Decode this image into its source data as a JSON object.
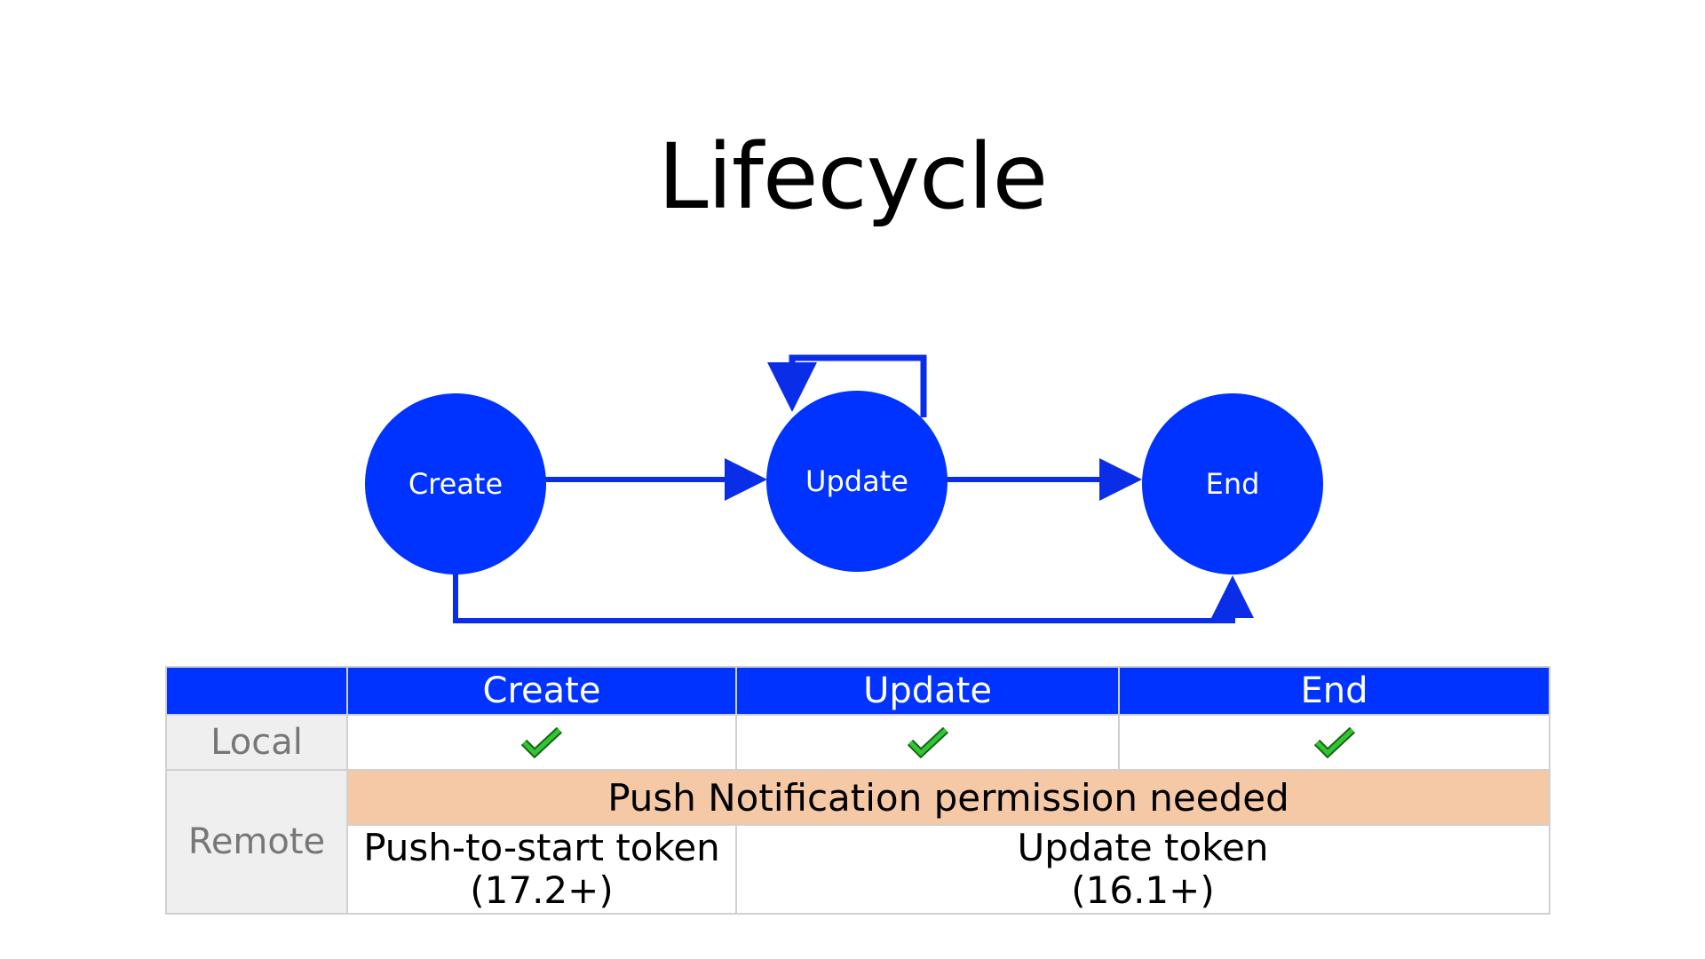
{
  "title": "Lifecycle",
  "colors": {
    "node_fill": "#0033ff",
    "arrow": "#0a2ee8",
    "header_bg": "#0033ff",
    "row_label_bg": "#efefef",
    "permission_bg": "#f6c9a6",
    "check_green": "#2fc72f"
  },
  "diagram": {
    "nodes": {
      "create": "Create",
      "update": "Update",
      "end": "End"
    },
    "edges": [
      {
        "from": "Create",
        "to": "Update"
      },
      {
        "from": "Update",
        "to": "End"
      },
      {
        "from": "Update",
        "to": "Update"
      },
      {
        "from": "Create",
        "to": "End"
      }
    ]
  },
  "table": {
    "columns": [
      "",
      "Create",
      "Update",
      "End"
    ],
    "local": {
      "label": "Local",
      "create": "check-icon",
      "update": "check-icon",
      "end": "check-icon"
    },
    "remote": {
      "label": "Remote",
      "permission": "Push Notification permission needed",
      "create_token": {
        "line1": "Push-to-start token",
        "line2": "(17.2+)"
      },
      "update_end_token": {
        "line1": "Update token",
        "line2": "(16.1+)"
      }
    }
  }
}
